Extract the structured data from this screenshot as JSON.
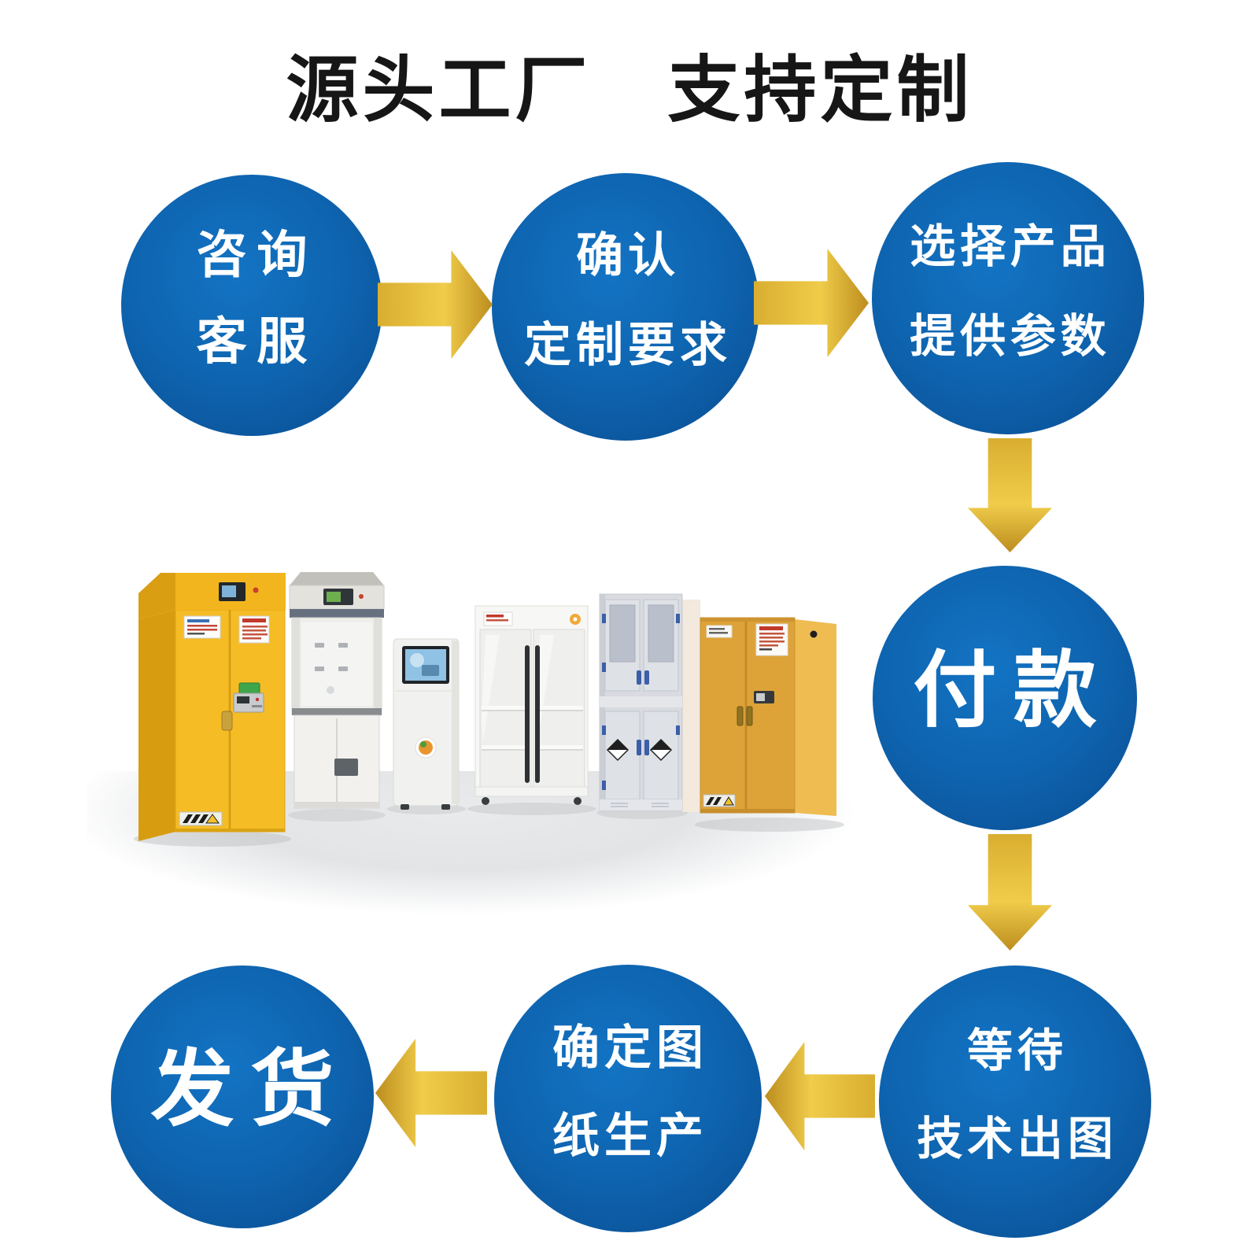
{
  "title": "源头工厂　支持定制",
  "flow_steps": [
    {
      "order": 1,
      "line1": "咨询",
      "line2": "客服"
    },
    {
      "order": 2,
      "line1": "确认",
      "line2": "定制要求"
    },
    {
      "order": 3,
      "line1": "选择产品",
      "line2": "提供参数"
    },
    {
      "order": 4,
      "line1": "付款"
    },
    {
      "order": 5,
      "line1": "等待",
      "line2": "技术出图"
    },
    {
      "order": 6,
      "line1": "确定图",
      "line2": "纸生产"
    },
    {
      "order": 7,
      "line1": "发货"
    }
  ],
  "arrows": [
    {
      "from": 1,
      "to": 2,
      "direction": "right"
    },
    {
      "from": 2,
      "to": 3,
      "direction": "right"
    },
    {
      "from": 3,
      "to": 4,
      "direction": "down"
    },
    {
      "from": 4,
      "to": 5,
      "direction": "down"
    },
    {
      "from": 5,
      "to": 6,
      "direction": "left"
    },
    {
      "from": 6,
      "to": 7,
      "direction": "left"
    }
  ],
  "colors": {
    "background": "#FFFFFF",
    "title_text": "#161616",
    "circle_blue_light": "#1374C4",
    "circle_blue_dark": "#0A4C90",
    "circle_text": "#FFFFFF",
    "arrow_gold_tail": "#D9AE30",
    "arrow_gold_bright": "#F0CC4A",
    "arrow_gold_tip": "#BC8D1E"
  },
  "product_showcase": {
    "items": [
      {
        "name": "yellow-chemical-safety-cabinet",
        "color": "#F5BC26"
      },
      {
        "name": "white-ductless-fume-hood",
        "color": "#E6E4DF"
      },
      {
        "name": "mobile-monitor-cart",
        "color": "#F1F1EF"
      },
      {
        "name": "glass-door-reagent-cabinet",
        "color": "#F7F7F5"
      },
      {
        "name": "grey-pp-acid-cabinet",
        "color": "#D9DBE0"
      },
      {
        "name": "amber-flammable-safety-cabinet",
        "color": "#DDA238"
      }
    ]
  }
}
